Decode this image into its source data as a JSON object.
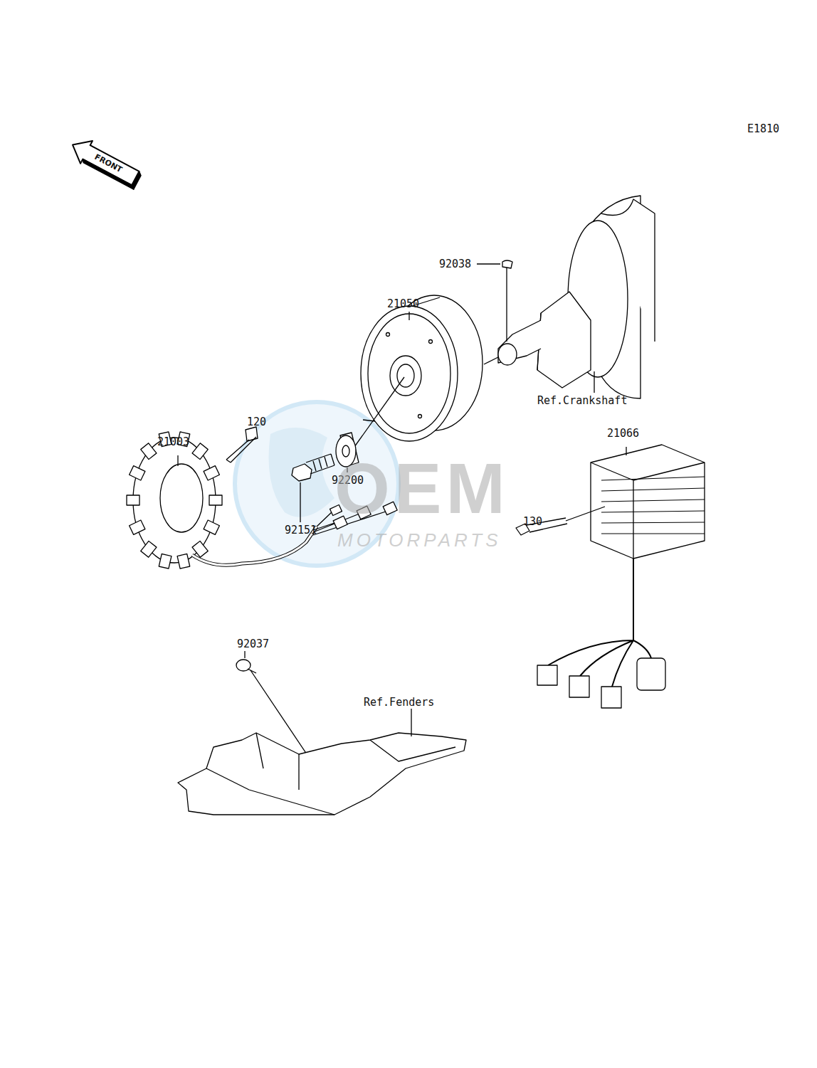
{
  "diagram": {
    "labels": [
      "E1810",
      "FRONT",
      "92038",
      "21050",
      "Ref.Crankshaft",
      "120",
      "21003",
      "21066",
      "92200",
      "92151",
      "130",
      "OEM",
      "MOTORPARTS",
      "92037",
      "Ref.Fenders"
    ]
  }
}
